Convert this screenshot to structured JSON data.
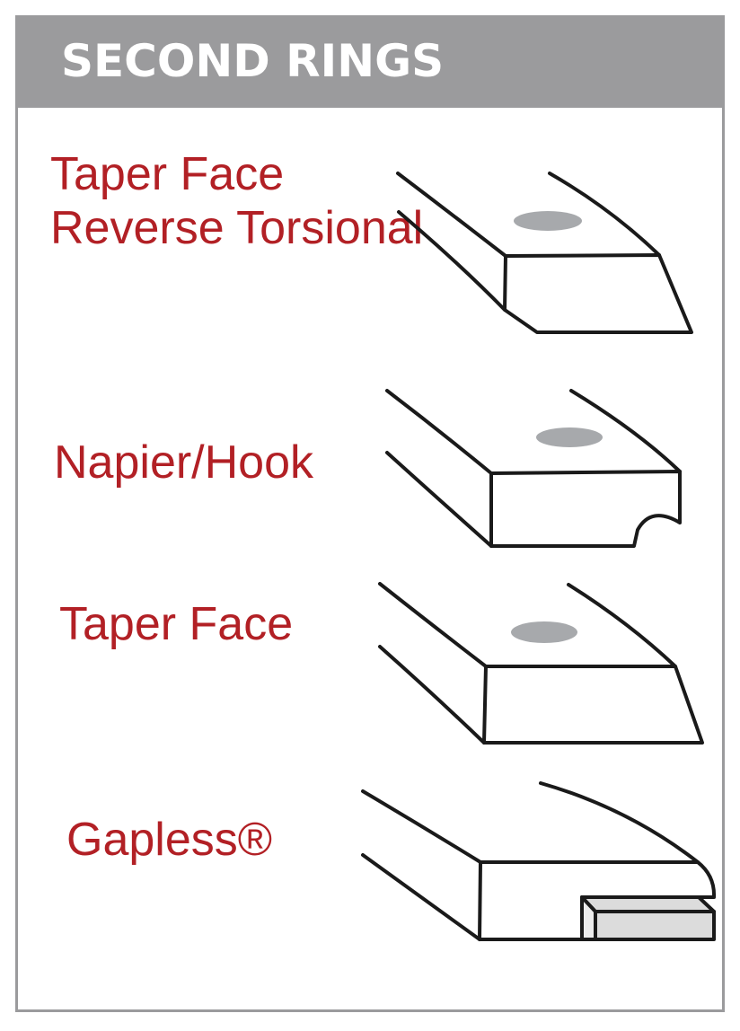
{
  "header": {
    "title": "SECOND RINGS"
  },
  "rings": [
    {
      "label_lines": [
        "Taper Face",
        "Reverse Torsional"
      ]
    },
    {
      "label_lines": [
        "Napier/Hook"
      ]
    },
    {
      "label_lines": [
        "Taper Face"
      ]
    },
    {
      "label_lines": [
        "Gapless®"
      ]
    }
  ],
  "colors": {
    "header_bg": "#9b9b9d",
    "label_text": "#b22025",
    "outline": "#1a1a1a",
    "dot": "#a7a9ac",
    "insert_fill": "#dcdcdc"
  }
}
